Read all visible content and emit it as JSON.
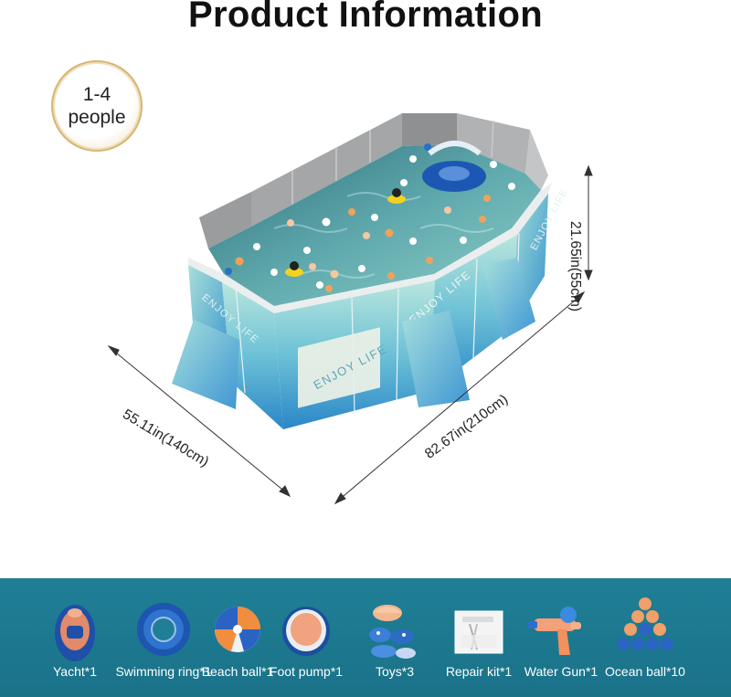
{
  "title": "Product Information",
  "badge": {
    "line1": "1-4",
    "line2": "people"
  },
  "dimensions": {
    "height": "21.65in(55cm)",
    "width": "55.11in(140cm)",
    "length": "82.67in(210cm)"
  },
  "pool_text": [
    "ENJOY LIFE",
    "ENJOY LIFE",
    "ENJOY LIFE",
    "ENJOY LIFE"
  ],
  "accessories": [
    {
      "label": "Yacht*1",
      "icon": "yacht-icon"
    },
    {
      "label": "Swimming ring*1",
      "icon": "swimming-ring-icon"
    },
    {
      "label": "Beach ball*1",
      "icon": "beach-ball-icon"
    },
    {
      "label": "Foot pump*1",
      "icon": "foot-pump-icon"
    },
    {
      "label": "Toys*3",
      "icon": "toys-icon"
    },
    {
      "label": "Repair kit*1",
      "icon": "repair-kit-icon"
    },
    {
      "label": "Water Gun*1",
      "icon": "water-gun-icon"
    },
    {
      "label": "Ocean ball*10",
      "icon": "ocean-ball-icon"
    }
  ],
  "colors": {
    "band": "#1f7f96",
    "pool_wall": "#59b7cf",
    "water": "#7fc3c2",
    "badge_gold": "#d7b675"
  }
}
